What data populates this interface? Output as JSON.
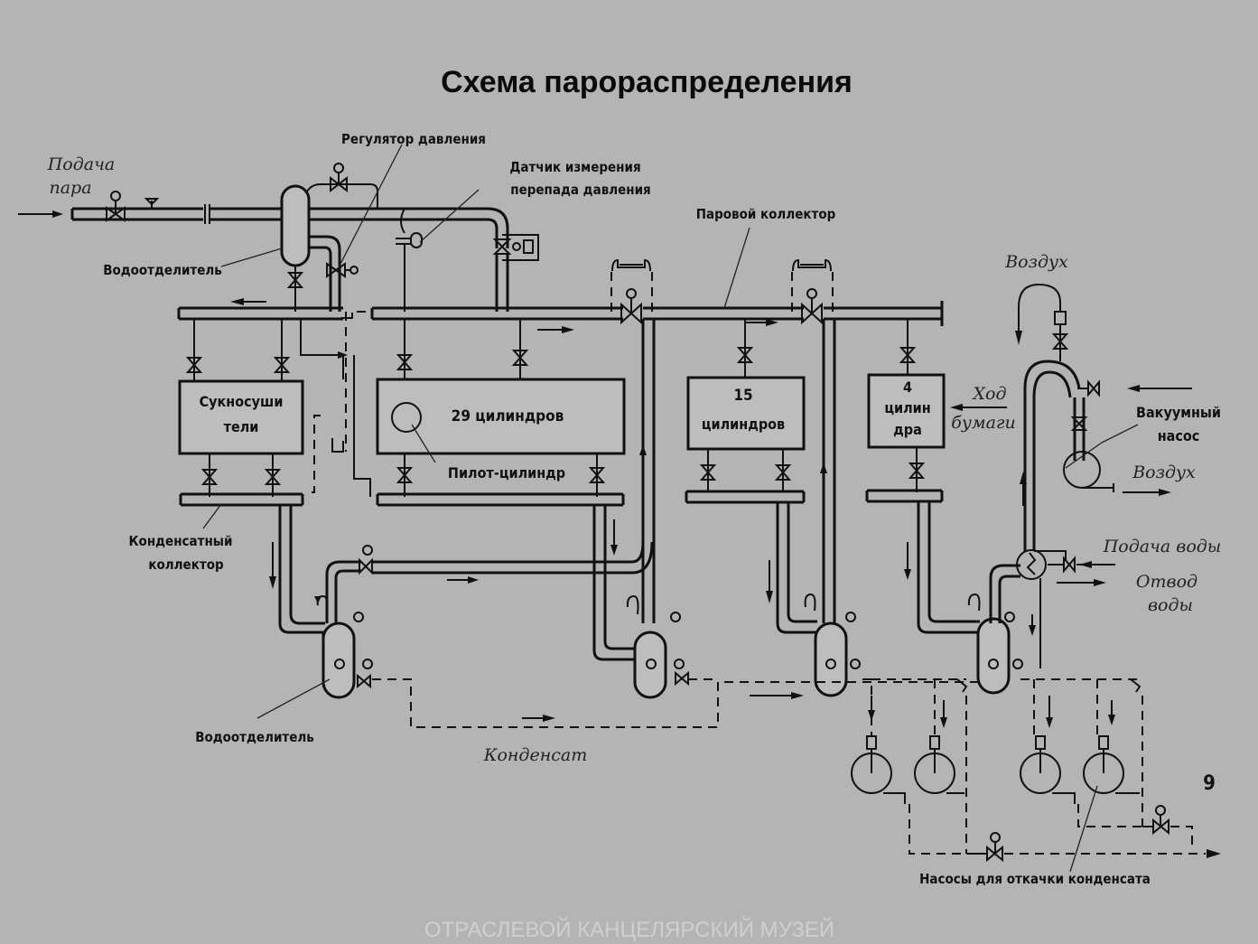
{
  "title": "Схема парораспределения",
  "page_number": "9",
  "watermark": "ОТРАСЛЕВОЙ КАНЦЕЛЯРСКИЙ МУЗЕЙ",
  "labels": {
    "steam_supply": [
      "Подача",
      "пара"
    ],
    "pressure_regulator": "Регулятор давления",
    "dp_sensor": [
      "Датчик измерения",
      "перепада давления"
    ],
    "steam_header": "Паровой коллектор",
    "water_separator_top": "Водоотделитель",
    "water_separator_bottom": "Водоотделитель",
    "air_top": "Воздух",
    "paper_travel": [
      "Ход",
      "бумаги"
    ],
    "vacuum_pump": [
      "Вакуумный",
      "насос"
    ],
    "air_out": "Воздух",
    "water_supply": "Подача воды",
    "water_drain": [
      "Отвод",
      "воды"
    ],
    "condensate_header": [
      "Конденсатный",
      "коллектор"
    ],
    "pilot_cylinder": "Пилот-цилиндр",
    "condensate": "Конденсат",
    "condensate_pumps": "Насосы для откачки конденсата"
  },
  "groups": [
    {
      "lines": [
        "Сукносуши",
        "тели"
      ]
    },
    {
      "lines": [
        "29 цилиндров"
      ]
    },
    {
      "lines": [
        "15",
        "цилиндров"
      ]
    },
    {
      "lines": [
        "4",
        "цилин",
        "дра"
      ]
    }
  ],
  "colors": {
    "background": "#b4b4b4",
    "ink": "#111111"
  }
}
